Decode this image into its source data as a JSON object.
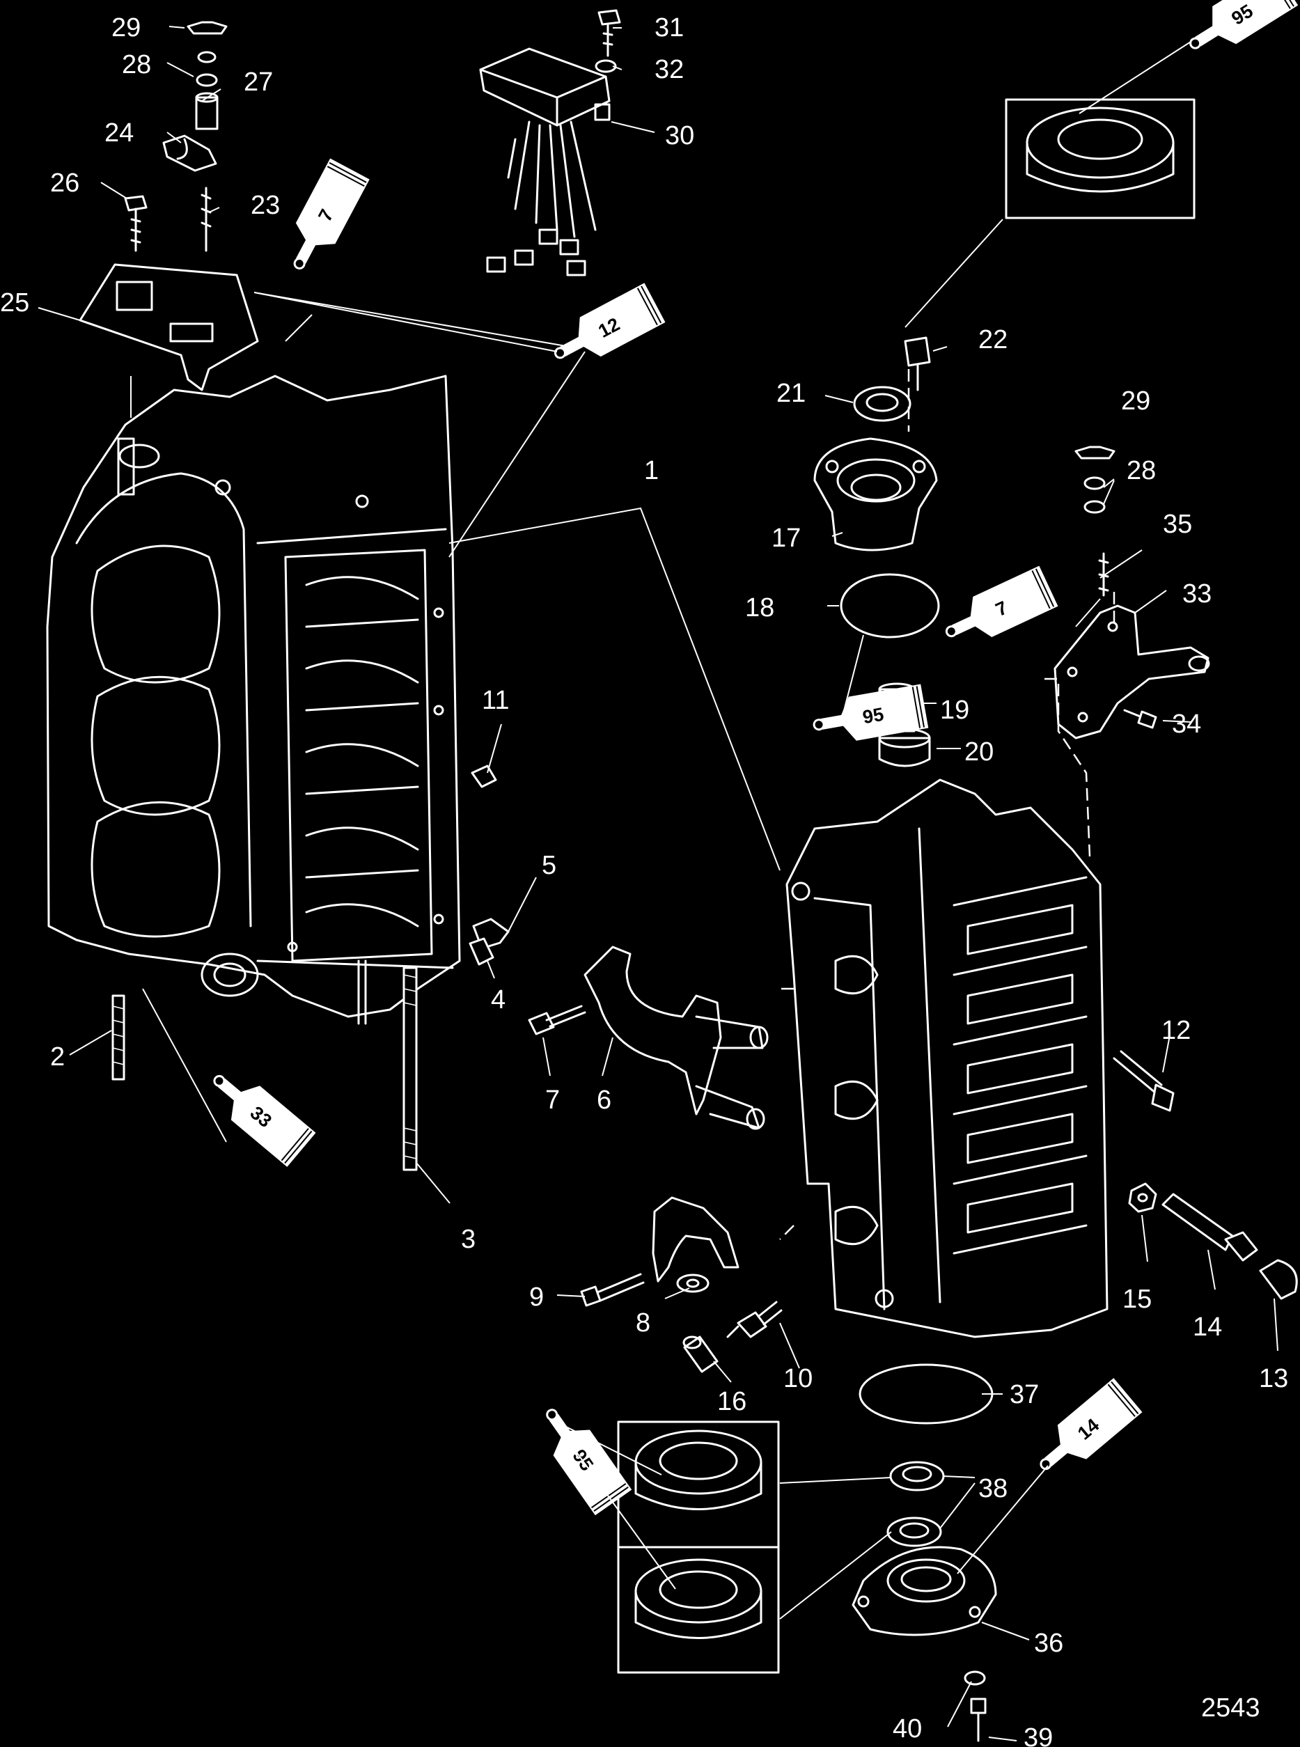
{
  "figure_number": "2543",
  "callouts": [
    "1",
    "2",
    "3",
    "4",
    "5",
    "6",
    "7",
    "8",
    "9",
    "10",
    "11",
    "12",
    "13",
    "14",
    "15",
    "16",
    "17",
    "18",
    "19",
    "20",
    "21",
    "22",
    "23",
    "24",
    "25",
    "26",
    "27",
    "28",
    "29",
    "30",
    "31",
    "32",
    "33",
    "34",
    "35",
    "36",
    "37",
    "38",
    "39",
    "40"
  ],
  "sealant_tubes": [
    "95",
    "7",
    "12",
    "7",
    "95",
    "33",
    "95",
    "14"
  ],
  "colors": {
    "background": "#000000",
    "line_art": "#ffffff"
  }
}
